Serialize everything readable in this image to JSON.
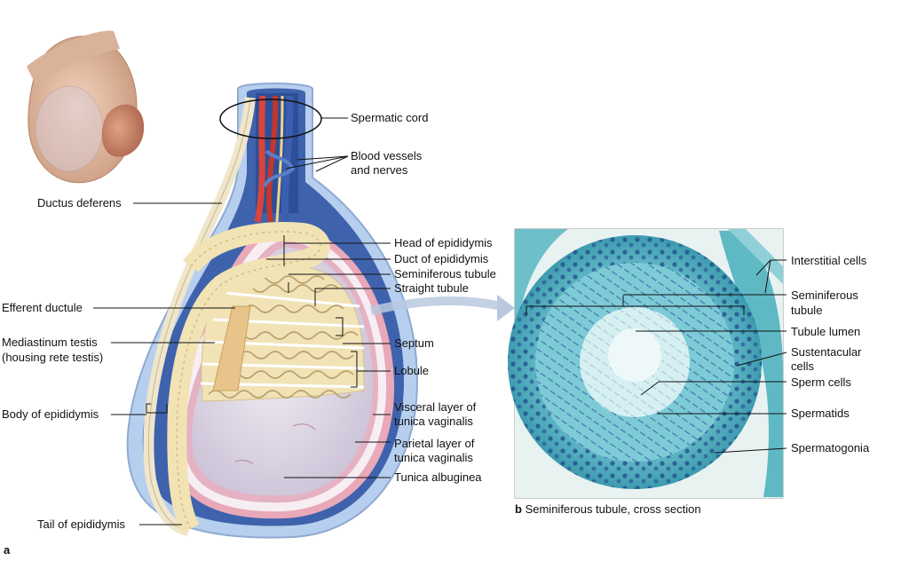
{
  "labels": {
    "spermatic_cord": "Spermatic cord",
    "blood_vessels_1": "Blood vessels",
    "blood_vessels_2": "and nerves",
    "ductus_deferens": "Ductus deferens",
    "head_epididymis": "Head of epididymis",
    "duct_epididymis": "Duct of epididymis",
    "seminiferous_tubule": "Seminiferous tubule",
    "straight_tubule": "Straight tubule",
    "efferent_ductule": "Efferent ductule",
    "mediastinum_1": "Mediastinum testis",
    "mediastinum_2": "(housing rete testis)",
    "septum": "Septum",
    "lobule": "Lobule",
    "body_epididymis": "Body of epididymis",
    "visceral_1": "Visceral layer of",
    "visceral_2": "tunica vaginalis",
    "parietal_1": "Parietal layer of",
    "parietal_2": "tunica vaginalis",
    "tunica_albuginea": "Tunica albuginea",
    "tail_epididymis": "Tail of epididymis",
    "interstitial_cells": "Interstitial cells",
    "seminiferous_b_1": "Seminiferous",
    "seminiferous_b_2": "tubule",
    "tubule_lumen": "Tubule lumen",
    "sustentacular_1": "Sustentacular",
    "sustentacular_2": "cells",
    "sperm_cells": "Sperm cells",
    "spermatids": "Spermatids",
    "spermatogonia": "Spermatogonia",
    "caption_b_letter": "b",
    "caption_b_text": "Seminiferous tubule, cross section",
    "caption_a_letter": "a"
  },
  "colors": {
    "outer_blue": "#a9c6e8",
    "outer_dark_blue": "#3d5fa8",
    "cream": "#f3e7c4",
    "pink": "#e9a9b8",
    "artery": "#d8453a",
    "vein": "#3b5fb0",
    "testis": "#e6e2ec",
    "histo_bg": "#4fb3c0",
    "histo_cell": "#1d4f8a"
  }
}
